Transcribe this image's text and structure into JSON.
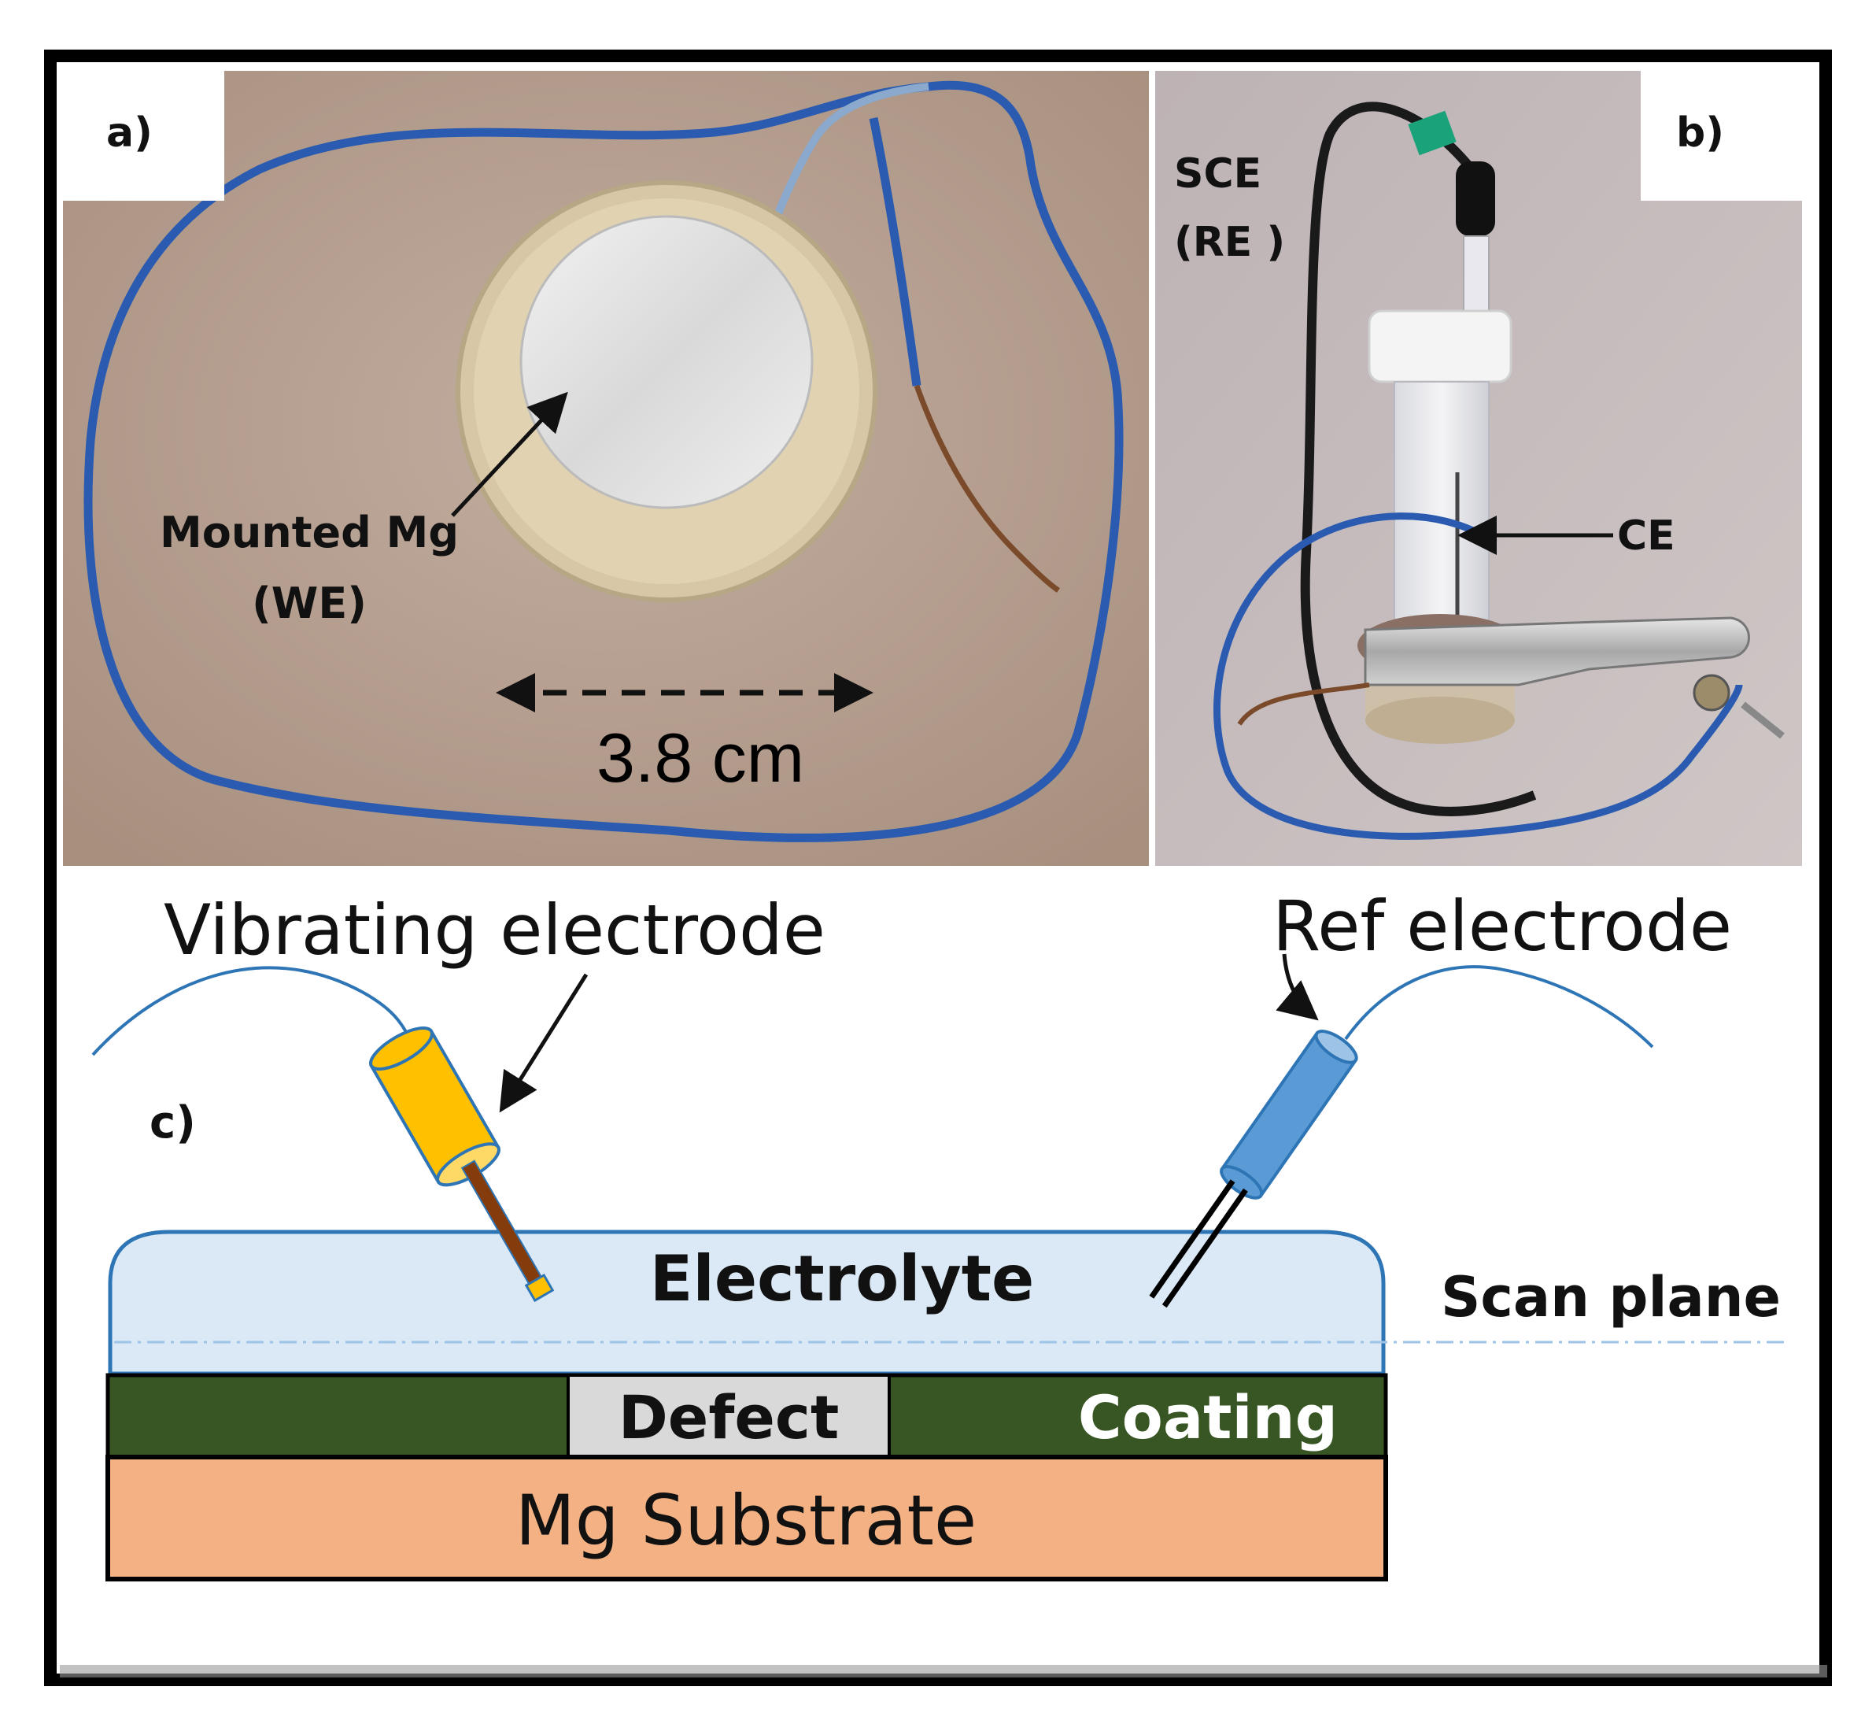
{
  "panel_a": {
    "label": "a)",
    "sample_label": "Mounted Mg",
    "sample_sublabel": "(WE)",
    "dimension_label": "3.8 cm"
  },
  "panel_b": {
    "label": "b)",
    "reference_label": "SCE",
    "reference_sublabel": "(RE )",
    "counter_label": "CE"
  },
  "panel_c": {
    "label": "c)",
    "vibrating_label": "Vibrating electrode",
    "ref_label": "Ref electrode",
    "electrolyte_label": "Electrolyte",
    "scan_plane_label": "Scan plane",
    "defect_label": "Defect",
    "coating_label": "Coating",
    "substrate_label": "Mg Substrate"
  },
  "colors": {
    "photo_bg": "#b49f91",
    "electrolyte": "#dbe9f7",
    "coating": "#375623",
    "defect": "#d9d9d9",
    "substrate": "#f4b183",
    "vibrating_electrode": "#ffc000",
    "ref_electrode": "#5b9bd5",
    "wire": "#2e5fa8"
  }
}
